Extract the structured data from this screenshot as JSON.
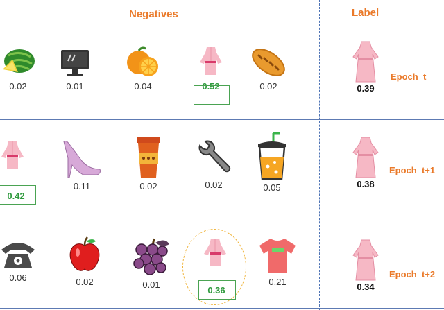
{
  "header": {
    "negatives": "Negatives",
    "label": "Label"
  },
  "rows": [
    {
      "items": [
        {
          "icon": "watermelon-icon",
          "score": "0.02"
        },
        {
          "icon": "monitor-icon",
          "score": "0.01"
        },
        {
          "icon": "orange-icon",
          "score": "0.04"
        },
        {
          "icon": "dress-icon",
          "score": "0.52",
          "highlight": true
        },
        {
          "icon": "bread-icon",
          "score": "0.02"
        }
      ],
      "label": {
        "icon": "dress-icon",
        "score": "0.39"
      },
      "epoch": "Epoch  t"
    },
    {
      "items": [
        {
          "icon": "dress-icon",
          "score": "0.42",
          "highlight": true
        },
        {
          "icon": "high-heel-icon",
          "score": "0.11"
        },
        {
          "icon": "coffee-cup-icon",
          "score": "0.02"
        },
        {
          "icon": "wrench-icon",
          "score": "0.02"
        },
        {
          "icon": "juice-cup-icon",
          "score": "0.05"
        }
      ],
      "label": {
        "icon": "dress-icon",
        "score": "0.38"
      },
      "epoch": "Epoch  t+1"
    },
    {
      "items": [
        {
          "icon": "telephone-icon",
          "score": "0.06"
        },
        {
          "icon": "apple-icon",
          "score": "0.02"
        },
        {
          "icon": "grapes-icon",
          "score": "0.01"
        },
        {
          "icon": "dress-icon",
          "score": "0.36",
          "highlight": true
        },
        {
          "icon": "t-shirt-icon",
          "score": "0.21"
        }
      ],
      "label": {
        "icon": "dress-icon",
        "score": "0.34"
      },
      "epoch": "Epoch  t+2"
    }
  ],
  "colors": {
    "accent": "#ea7a2a",
    "highlight": "#2f9a3d",
    "divider": "#4e73b5"
  }
}
